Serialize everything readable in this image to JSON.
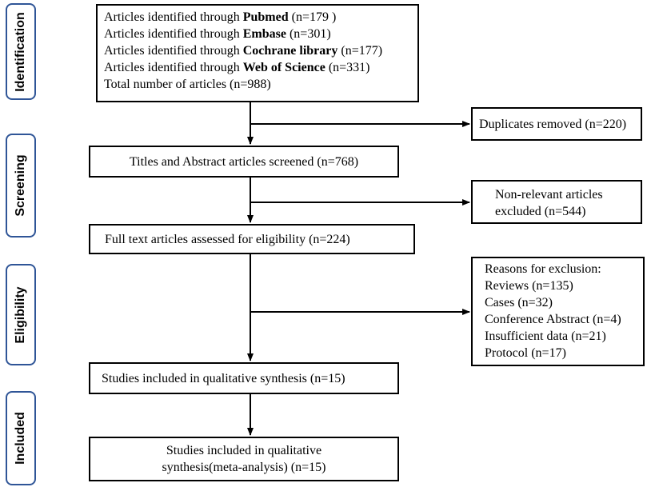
{
  "phases": {
    "identification": "Identification",
    "screening": "Screening",
    "eligibility": "Eligibility",
    "included": "Included"
  },
  "identification_box": {
    "prefix": "Articles identified through",
    "sources": [
      {
        "name": "Pubmed",
        "count": "(n=179 )"
      },
      {
        "name": "Embase",
        "count": "(n=301)"
      },
      {
        "name": "Cochrane library",
        "count": "(n=177)"
      },
      {
        "name": "Web of Science",
        "count": "(n=331)"
      }
    ],
    "total": "Total number of articles (n=988)"
  },
  "duplicates_box": "Duplicates removed (n=220)",
  "screened_box": "Titles and Abstract articles screened (n=768)",
  "nonrelevant_box": {
    "line1": "Non-relevant articles",
    "line2": "excluded (n=544)"
  },
  "fulltext_box": "Full text articles assessed for eligibility  (n=224)",
  "exclusion_box": {
    "title": "Reasons for exclusion:",
    "items": [
      "Reviews (n=135)",
      "Cases (n=32)",
      "Conference Abstract (n=4)",
      "Insufficient data (n=21)",
      "Protocol (n=17)"
    ]
  },
  "qualitative_box": "Studies included in qualitative synthesis (n=15)",
  "meta_box": {
    "line1": "Studies included in qualitative",
    "line2": "synthesis(meta-analysis)  (n=15)"
  }
}
